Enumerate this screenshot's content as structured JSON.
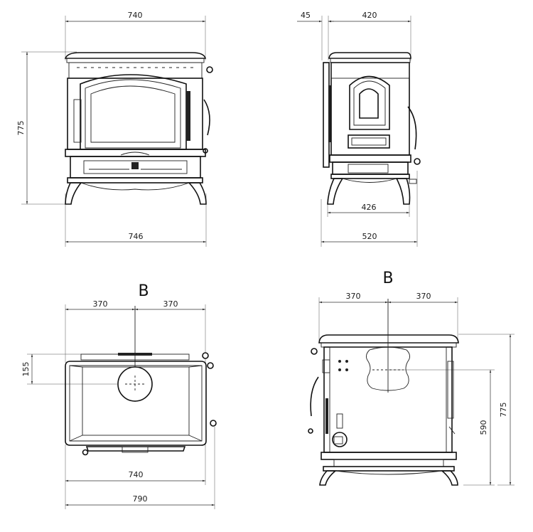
{
  "views": {
    "front": {
      "width_top": "740",
      "height": "775",
      "width_base": "746"
    },
    "side": {
      "panel_offset": "45",
      "depth_top": "420",
      "depth_legs": "426",
      "depth_total": "520"
    },
    "top": {
      "section_label": "B",
      "left_half": "370",
      "right_half": "370",
      "flue_offset": "155",
      "width_body": "740",
      "width_total": "790"
    },
    "rear": {
      "section_label": "B",
      "left_half": "370",
      "right_half": "370",
      "flue_height": "590",
      "height": "775"
    }
  }
}
